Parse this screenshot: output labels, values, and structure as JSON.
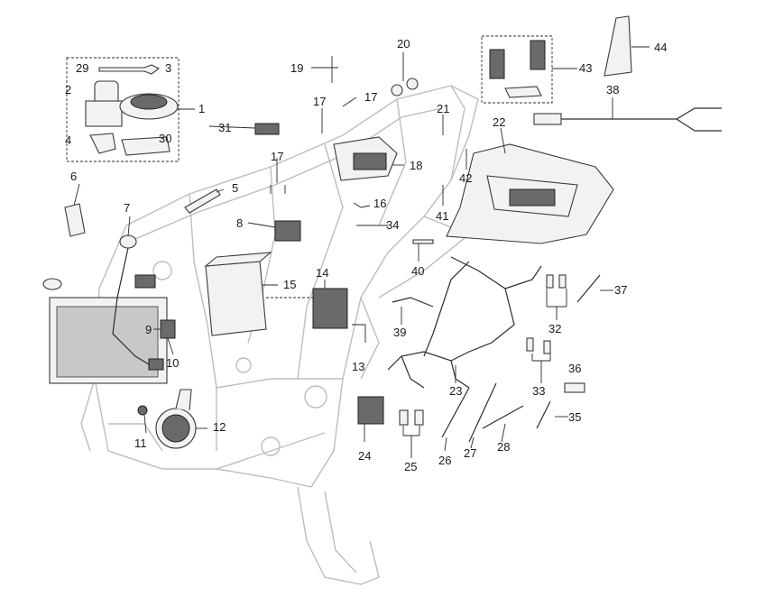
{
  "diagram": {
    "callouts": [
      {
        "id": "c1",
        "label": "1"
      },
      {
        "id": "c2",
        "label": "2"
      },
      {
        "id": "c3",
        "label": "3"
      },
      {
        "id": "c4",
        "label": "4"
      },
      {
        "id": "c5",
        "label": "5"
      },
      {
        "id": "c6",
        "label": "6"
      },
      {
        "id": "c7",
        "label": "7"
      },
      {
        "id": "c8",
        "label": "8"
      },
      {
        "id": "c9",
        "label": "9"
      },
      {
        "id": "c10",
        "label": "10"
      },
      {
        "id": "c11",
        "label": "11"
      },
      {
        "id": "c12",
        "label": "12"
      },
      {
        "id": "c13",
        "label": "13"
      },
      {
        "id": "c14",
        "label": "14"
      },
      {
        "id": "c15",
        "label": "15"
      },
      {
        "id": "c16",
        "label": "16"
      },
      {
        "id": "c17a",
        "label": "17"
      },
      {
        "id": "c17b",
        "label": "17"
      },
      {
        "id": "c17c",
        "label": "17"
      },
      {
        "id": "c18",
        "label": "18"
      },
      {
        "id": "c19",
        "label": "19"
      },
      {
        "id": "c20",
        "label": "20"
      },
      {
        "id": "c21",
        "label": "21"
      },
      {
        "id": "c22",
        "label": "22"
      },
      {
        "id": "c23",
        "label": "23"
      },
      {
        "id": "c24",
        "label": "24"
      },
      {
        "id": "c25",
        "label": "25"
      },
      {
        "id": "c26",
        "label": "26"
      },
      {
        "id": "c27",
        "label": "27"
      },
      {
        "id": "c28",
        "label": "28"
      },
      {
        "id": "c29",
        "label": "29"
      },
      {
        "id": "c30",
        "label": "30"
      },
      {
        "id": "c31",
        "label": "31"
      },
      {
        "id": "c32",
        "label": "32"
      },
      {
        "id": "c33",
        "label": "33"
      },
      {
        "id": "c34",
        "label": "34"
      },
      {
        "id": "c35",
        "label": "35"
      },
      {
        "id": "c36",
        "label": "36"
      },
      {
        "id": "c37",
        "label": "37"
      },
      {
        "id": "c38",
        "label": "38"
      },
      {
        "id": "c39",
        "label": "39"
      },
      {
        "id": "c40",
        "label": "40"
      },
      {
        "id": "c41",
        "label": "41"
      },
      {
        "id": "c42",
        "label": "42"
      },
      {
        "id": "c43",
        "label": "43"
      },
      {
        "id": "c44",
        "label": "44"
      }
    ]
  }
}
